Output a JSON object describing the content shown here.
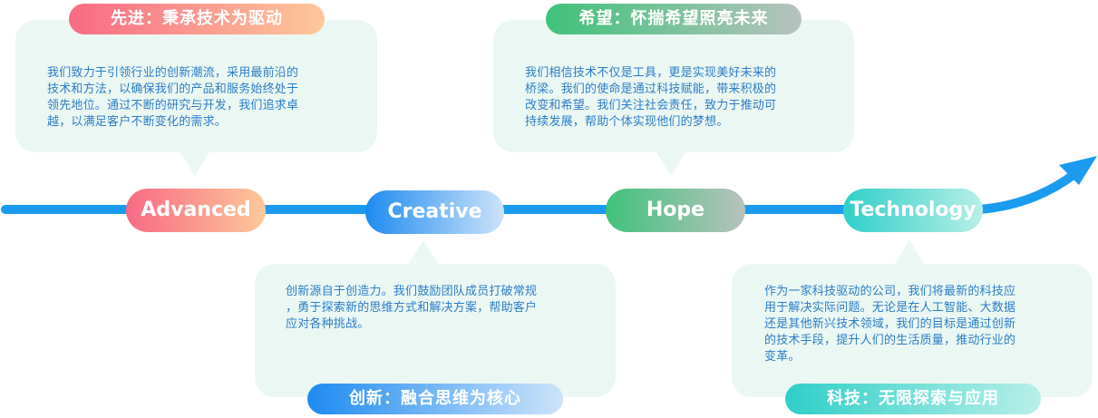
{
  "colors": {
    "line": "#1a9bf0",
    "card_bg": "#ebf7f2",
    "text": "#2c7dc8"
  },
  "cards": [
    {
      "title": "先进：秉承技术为驱动",
      "lines": [
        "我们致力于引领行业的创新潮流，采用最前沿的",
        "技术和方法，以确保我们的产品和服务始终处于",
        "领先地位。通过不断的研究与开发，我们追求卓",
        "越，以满足客户不断变化的需求。"
      ]
    },
    {
      "title": "创新：融合思维为核心",
      "lines": [
        "创新源自于创造力。我们鼓励团队成员打破常规",
        "，勇于探索新的思维方式和解决方案，帮助客户",
        "应对各种挑战。"
      ]
    },
    {
      "title": "希望：怀揣希望照亮未来",
      "lines": [
        "我们相信技术不仅是工具，更是实现美好未来的",
        "桥梁。我们的使命是通过科技赋能，带来积极的",
        "改变和希望。我们关注社会责任，致力于推动可",
        "持续发展，帮助个体实现他们的梦想。"
      ]
    },
    {
      "title": "科技：无限探索与应用",
      "lines": [
        "作为一家科技驱动的公司，我们将最新的科技应",
        "用于解决实际问题。无论是在人工智能、大数据",
        "还是其他新兴技术领域，我们的目标是通过创新",
        "的技术手段，提升人们的生活质量，推动行业的",
        "变革。"
      ]
    }
  ],
  "nodes": [
    {
      "label": "Advanced"
    },
    {
      "label": "Creative"
    },
    {
      "label": "Hope"
    },
    {
      "label": "Technology"
    }
  ]
}
